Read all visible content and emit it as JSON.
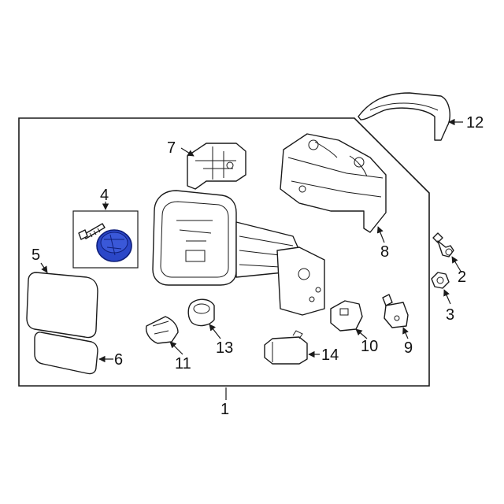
{
  "diagram": {
    "colors": {
      "line": "#1a1a1a",
      "highlight_fill": "#2b47c8",
      "highlight_stroke": "#0f1f7a",
      "background": "#ffffff"
    },
    "callouts": [
      {
        "id": "1",
        "label": "1"
      },
      {
        "id": "2",
        "label": "2"
      },
      {
        "id": "3",
        "label": "3"
      },
      {
        "id": "4",
        "label": "4"
      },
      {
        "id": "5",
        "label": "5"
      },
      {
        "id": "6",
        "label": "6"
      },
      {
        "id": "7",
        "label": "7"
      },
      {
        "id": "8",
        "label": "8"
      },
      {
        "id": "9",
        "label": "9"
      },
      {
        "id": "10",
        "label": "10"
      },
      {
        "id": "11",
        "label": "11"
      },
      {
        "id": "12",
        "label": "12"
      },
      {
        "id": "13",
        "label": "13"
      },
      {
        "id": "14",
        "label": "14"
      }
    ],
    "highlighted_part": "4"
  }
}
